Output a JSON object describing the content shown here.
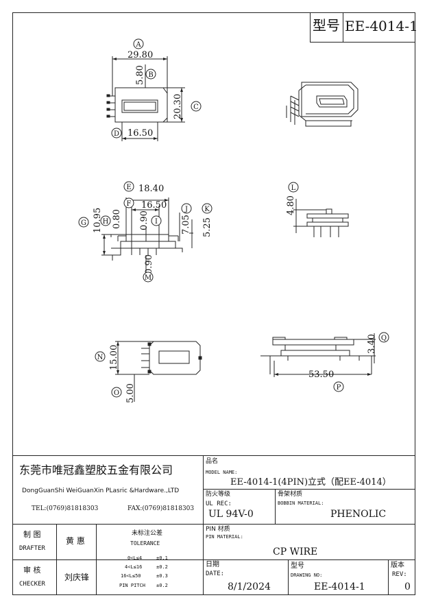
{
  "model_box": {
    "label": "型号",
    "value": "EE-4014-1"
  },
  "views": {
    "top": {
      "dims": [
        "29.80",
        "5.80",
        "20.30",
        "16.50"
      ],
      "markers": [
        "A",
        "B",
        "C",
        "D"
      ]
    },
    "front": {
      "dims": [
        "18.40",
        "16.50",
        "10.95",
        "0.80",
        "0.90",
        "7.05",
        "5.25",
        "0.90"
      ],
      "markers": [
        "E",
        "F",
        "G",
        "H",
        "I",
        "J",
        "K",
        "M"
      ]
    },
    "side": {
      "dims": [
        "4.80"
      ],
      "markers": [
        "L"
      ]
    },
    "bottom": {
      "dims": [
        "15.00",
        "5.00"
      ],
      "markers": [
        "N",
        "O"
      ]
    },
    "side_bottom": {
      "dims": [
        "3.40",
        "53.50"
      ],
      "markers": [
        "Q",
        "P"
      ]
    }
  },
  "title_block": {
    "company_cn": "东莞市唯冠鑫塑胶五金有限公司",
    "company_en": "DongGuanShi WeiGuanXin PLasric &Hardware.,LTD",
    "tel": "TEL:(0769)81818303",
    "fax": "FAX:(0769)81818303",
    "model_name_cn": "品名",
    "model_name_en": "MODEL NAME:",
    "model_name_value": "EE-4014-1(4PIN)立式（配EE-4014）",
    "ul_cn": "防火等级",
    "ul_en": "UL REC:",
    "ul_value": "UL 94V-0",
    "bobbin_cn": "骨架材质",
    "bobbin_en": "BOBBIN MATERIAL:",
    "bobbin_value": "PHENOLIC",
    "drafter_cn": "制 图",
    "drafter_en": "DRAFTER",
    "drafter_name": "黄 惠",
    "checker_cn": "审 核",
    "checker_en": "CHECKER",
    "checker_name": "刘庆锋",
    "tolerance_cn": "未标注公差",
    "tolerance_en": "TOLERANCE",
    "tolerance_rows": [
      {
        "range": "0<L≤4",
        "value": "±0.1"
      },
      {
        "range": "4<L≤16",
        "value": "±0.2"
      },
      {
        "range": "16<L≤50",
        "value": "±0.3"
      },
      {
        "range": "PIN PITCH",
        "value": "±0.2"
      }
    ],
    "pin_cn": "PIN 材质",
    "pin_en": "PIN MATERIAL:",
    "pin_value": "CP WIRE",
    "date_cn": "日期",
    "date_en": "DATE:",
    "date_value": "8/1/2024",
    "drawing_cn": "型号",
    "drawing_en": "DRAWING NO:",
    "drawing_value": "EE-4014-1",
    "rev_cn": "版本",
    "rev_en": "REV:",
    "rev_value": "0"
  }
}
